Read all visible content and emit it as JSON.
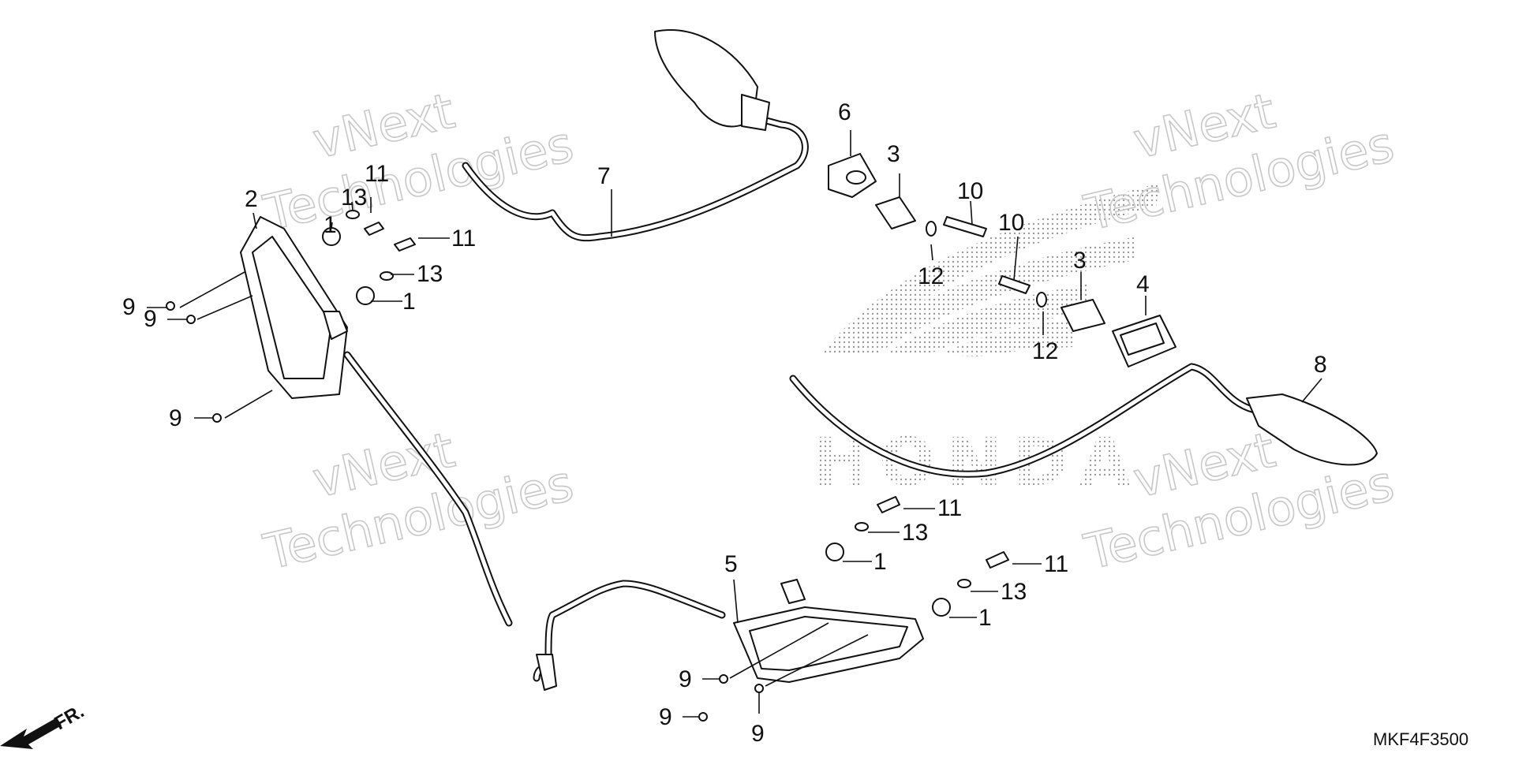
{
  "watermark": {
    "line1": "vNext",
    "line2": "Technologies"
  },
  "brand_mark": "HONDA",
  "direction_label": "FR.",
  "diagram_code": "MKF4F3500",
  "callouts": {
    "c_2": "2",
    "c_13a": "13",
    "c_11a": "11",
    "c_1a": "1",
    "c_11b": "11",
    "c_13b": "13",
    "c_1b": "1",
    "c_9a": "9",
    "c_9b": "9",
    "c_9c": "9",
    "c_7": "7",
    "c_6": "6",
    "c_3a": "3",
    "c_10a": "10",
    "c_10b": "10",
    "c_12a": "12",
    "c_3b": "3",
    "c_4": "4",
    "c_12b": "12",
    "c_8": "8",
    "c_11c": "11",
    "c_13c": "13",
    "c_5": "5",
    "c_1c": "1",
    "c_11d": "11",
    "c_13d": "13",
    "c_1d": "1",
    "c_9d": "9",
    "c_9e": "9",
    "c_9f": "9"
  }
}
